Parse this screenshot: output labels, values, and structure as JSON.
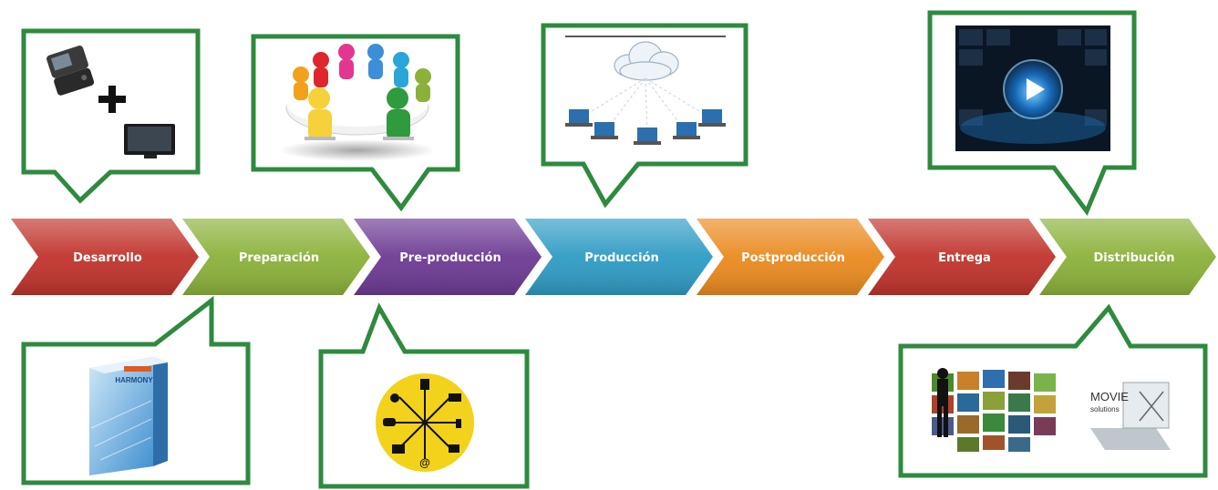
{
  "steps": [
    {
      "label": "Desarrollo",
      "color": "#c0332b"
    },
    {
      "label": "Preparación",
      "color": "#8bb13a"
    },
    {
      "label": "Pre-producción",
      "color": "#6c3a93"
    },
    {
      "label": "Producción",
      "color": "#2e9bc4"
    },
    {
      "label": "Postproducción",
      "color": "#ea8a1f"
    },
    {
      "label": "Entrega",
      "color": "#c0332b"
    },
    {
      "label": "Distribución",
      "color": "#8bb13a"
    }
  ],
  "callout_border_color": "#2e8a3e",
  "callouts": {
    "desarrollo": {
      "icon": "handheld-plus-tv-icon"
    },
    "preparacion": {
      "icon": "software-box-icon",
      "image_text": "HARMONY"
    },
    "preproduccion_top": {
      "icon": "team-meeting-icon"
    },
    "preproduccion_bottom": {
      "icon": "media-hub-icon",
      "image_text": "@"
    },
    "produccion": {
      "icon": "cloud-network-icon"
    },
    "distribucion_top": {
      "icon": "video-play-icon"
    },
    "distribucion_bottom": {
      "icon": "movie-solutions-icon",
      "image_text_1": "MOVIE",
      "image_text_2": "solutions"
    }
  }
}
